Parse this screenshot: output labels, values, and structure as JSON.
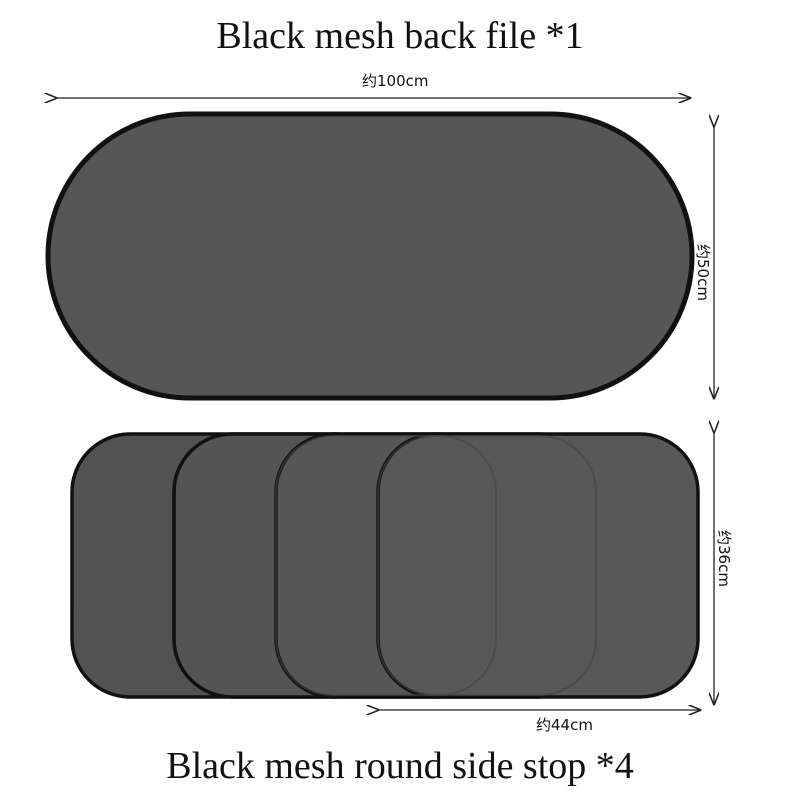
{
  "top_product": {
    "title": "Black mesh back file *1",
    "width_label": "约100cm",
    "height_label": "约50cm"
  },
  "bottom_product": {
    "title": "Black mesh round side stop *4",
    "height_label": "约36cm",
    "width_label": "约44cm"
  },
  "colors": {
    "mesh_fill": "#565656",
    "border": "#111111",
    "arrow": "#222222"
  }
}
